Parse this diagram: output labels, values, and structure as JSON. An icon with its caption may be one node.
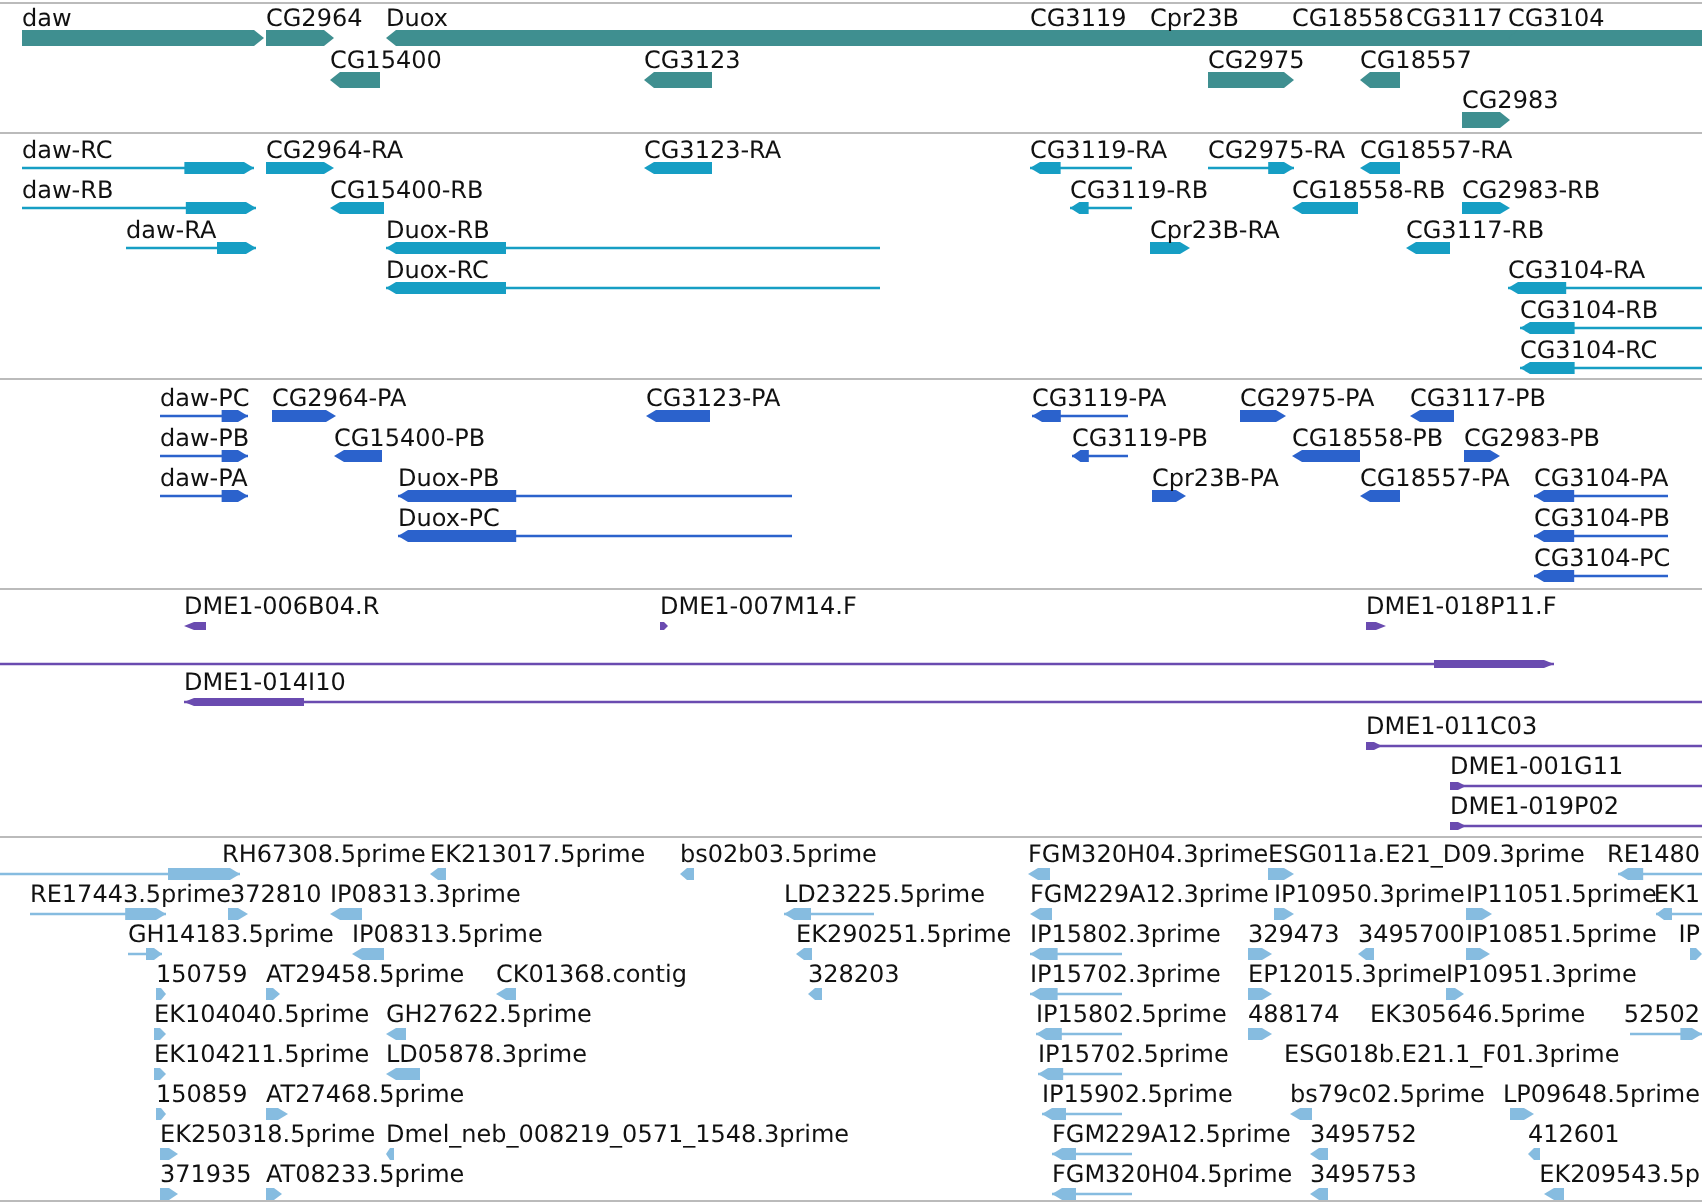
{
  "diagram": {
    "labels": [
      "daw",
      "CG2964",
      "Duox",
      "CG3119",
      "Cpr23B",
      "CG18558",
      "CG3117",
      "CG3104",
      "CG15400",
      "CG3123",
      "CG2975",
      "CG18557",
      "CG2983",
      "daw-RC",
      "CG2964-RA",
      "CG3123-RA",
      "CG3119-RA",
      "CG2975-RA",
      "CG18557-RA",
      "daw-RB",
      "CG15400-RB",
      "CG3119-RB",
      "CG18558-RB",
      "CG2983-RB",
      "daw-RA",
      "Duox-RB",
      "Cpr23B-RA",
      "CG3117-RB",
      "Duox-RC",
      "CG3104-RA",
      "CG3104-RB",
      "CG3104-RC",
      "daw-PC",
      "CG2964-PA",
      "CG3123-PA",
      "CG3119-PA",
      "CG2975-PA",
      "CG3117-PB",
      "daw-PB",
      "CG15400-PB",
      "CG3119-PB",
      "CG18558-PB",
      "CG2983-PB",
      "daw-PA",
      "Duox-PB",
      "Cpr23B-PA",
      "CG18557-PA",
      "CG3104-PA",
      "Duox-PC",
      "CG3104-PB",
      "CG3104-PC",
      "DME1-006B04.R",
      "DME1-007M14.F",
      "DME1-018P11.F",
      "DME1-014I10",
      "DME1-011C03",
      "DME1-001G11",
      "DME1-019P02",
      "RH67308.5prime",
      "EK213017.5prime",
      "bs02b03.5prime",
      "FGM320H04.3prime",
      "ESG011a.E21_D09.3prime",
      "RE1480",
      "RE17443.5prime",
      "372810",
      "IP08313.3prime",
      "LD23225.5prime",
      "FGM229A12.3prime",
      "IP10950.3prime",
      "IP11051.5prime",
      "EK1",
      "GH14183.5prime",
      "IP08313.5prime",
      "EK290251.5prime",
      "IP15802.3prime",
      "329473",
      "3495700",
      "IP10851.5prime",
      "IP",
      "150759",
      "AT29458.5prime",
      "CK01368.contig",
      "328203",
      "IP15702.3prime",
      "EP12015.3prime",
      "IP10951.3prime",
      "EK104040.5prime",
      "GH27622.5prime",
      "IP15802.5prime",
      "488174",
      "EK305646.5prime",
      "52502",
      "EK104211.5prime",
      "LD05878.3prime",
      "IP15702.5prime",
      "ESG018b.E21.1_F01.3prime",
      "150859",
      "AT27468.5prime",
      "IP15902.5prime",
      "bs79c02.5prime",
      "LP09648.5prime",
      "EK250318.5prime",
      "Dmel_neb_008219_0571_1548.3prime",
      "FGM229A12.5prime",
      "3495752",
      "412601",
      "371935",
      "AT08233.5prime",
      "FGM320H04.5prime",
      "3495753",
      "EK209543.5p"
    ]
  }
}
